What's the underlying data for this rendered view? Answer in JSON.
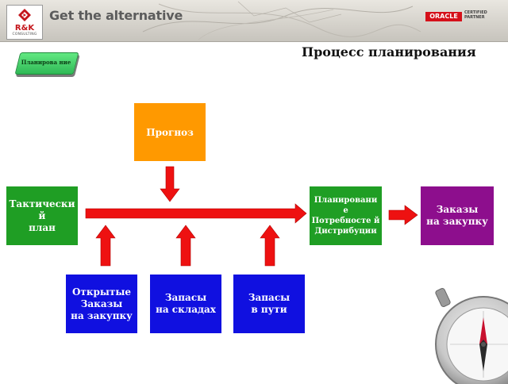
{
  "header": {
    "logo_text": "R&K",
    "logo_subtext": "CONSULTING",
    "tagline": "Get the alternative",
    "partner_brand": "ORACLE",
    "partner_line1": "CERTIFIED",
    "partner_line2": "PARTNER"
  },
  "badge": {
    "label": "Планирова ние"
  },
  "title": "Процесс планирования",
  "nodes": {
    "forecast": "Прогноз",
    "tactical_plan": "Тактически й\nплан",
    "distribution_planning": "Планировани е\nПотребносте й\nДистрибуции",
    "purchase_orders": "Заказы\nна закупку",
    "open_purchase_orders": "Открытые\nЗаказы\nна закупку",
    "warehouse_stock": "Запасы\nна складах",
    "in_transit_stock": "Запасы\nв пути"
  },
  "colors": {
    "arrow": "#ee1111",
    "forecast": "#ff9900",
    "green_box": "#1f9e24",
    "purple_box": "#8d0e8d",
    "blue_box": "#1010e0",
    "badge": "#3fcf63"
  },
  "icons": [
    "compass-icon",
    "logo-mark-icon"
  ]
}
